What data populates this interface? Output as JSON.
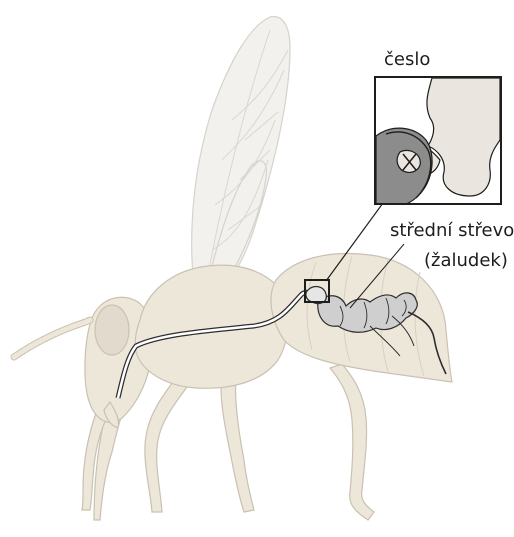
{
  "labels": {
    "ceslo": "česlo",
    "stredni_strevo": "střední střevo",
    "zaludek": "(žaludek)"
  },
  "colors": {
    "body_fill": "#ede7da",
    "body_stroke": "#c9c1b2",
    "wing_fill": "#f3f1ee",
    "wing_stroke": "#d6d2cc",
    "gut_fill": "#cfcfcf",
    "gut_stroke": "#2d2d2d",
    "inset_dark": "#8c8c8c",
    "text": "#1d1d1b"
  }
}
